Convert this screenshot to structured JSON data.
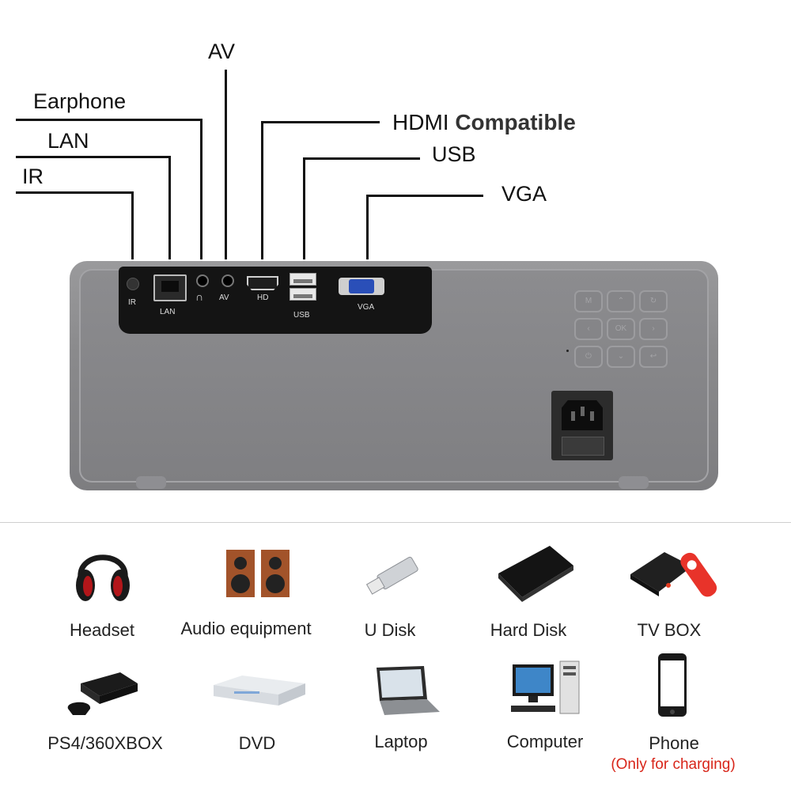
{
  "ports": {
    "av": "AV",
    "earphone": "Earphone",
    "lan": "LAN",
    "ir": "IR",
    "hdmi_a": "HDMI",
    "hdmi_b": "Compatible",
    "usb": "USB",
    "vga": "VGA"
  },
  "panel_labels": {
    "ir": "IR",
    "lan": "LAN",
    "av": "AV",
    "hd": "HD",
    "usb": "USB",
    "vga": "VGA"
  },
  "keypad": {
    "menu": "M",
    "ok": "OK"
  },
  "devices": [
    {
      "label": "Headset",
      "icon": "headset-icon"
    },
    {
      "label": "Audio equipment",
      "icon": "speakers-icon"
    },
    {
      "label": "U Disk",
      "icon": "usb-drive-icon"
    },
    {
      "label": "Hard Disk",
      "icon": "hard-disk-icon"
    },
    {
      "label": "TV BOX",
      "icon": "tv-box-icon"
    },
    {
      "label": "PS4/360XBOX",
      "icon": "game-console-icon"
    },
    {
      "label": "DVD",
      "icon": "dvd-player-icon"
    },
    {
      "label": "Laptop",
      "icon": "laptop-icon"
    },
    {
      "label": "Computer",
      "icon": "computer-icon"
    },
    {
      "label": "Phone",
      "icon": "phone-icon",
      "note": "(Only for charging)"
    }
  ],
  "colors": {
    "note": "#d8261a",
    "body": "#8a8a8c",
    "panel": "#141414"
  }
}
